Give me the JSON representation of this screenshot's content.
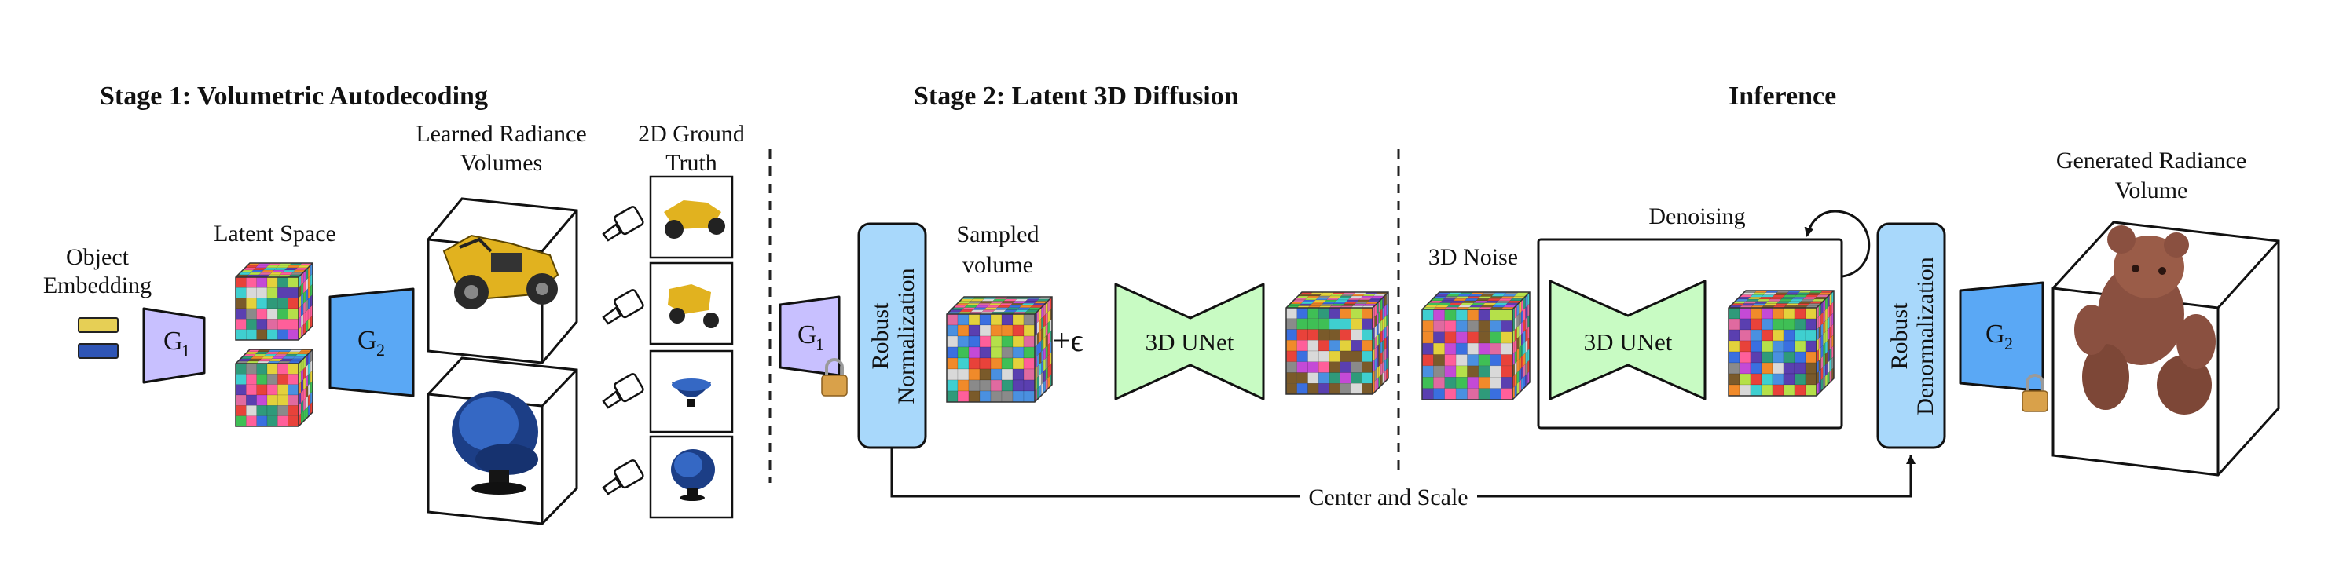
{
  "stages": {
    "stage1_title": "Stage 1: Volumetric Autodecoding",
    "stage2_title": "Stage 2: Latent 3D Diffusion",
    "inference_title": "Inference"
  },
  "stage1": {
    "object_embedding_line1": "Object",
    "object_embedding_line2": "Embedding",
    "g1_label": "G",
    "g1_sub": "1",
    "latent_space_label": "Latent Space",
    "g2_label": "G",
    "g2_sub": "2",
    "learned_volumes_line1": "Learned Radiance",
    "learned_volumes_line2": "Volumes",
    "ground_truth_line1": "2D Ground",
    "ground_truth_line2": "Truth"
  },
  "stage2": {
    "g1_label": "G",
    "g1_sub": "1",
    "robust_norm_line1": "Robust",
    "robust_norm_line2": "Normalization",
    "sampled_volume_line1": "Sampled",
    "sampled_volume_line2": "volume",
    "plus_eps": "+ϵ",
    "unet_label": "3D UNet"
  },
  "inference": {
    "noise_label": "3D Noise",
    "denoising_label": "Denoising",
    "unet_label": "3D UNet",
    "robust_denorm_line1": "Robust",
    "robust_denorm_line2": "Denormalization",
    "g2_label": "G",
    "g2_sub": "2",
    "generated_line1": "Generated Radiance",
    "generated_line2": "Volume"
  },
  "center_scale_label": "Center and Scale",
  "colors": {
    "g1_fill": "#c8c0ff",
    "g2_fill": "#5aa8f5",
    "norm_fill": "#a8d8fb",
    "unet_fill": "#c8fbc3",
    "embedding_yellow": "#e6cf55",
    "embedding_blue": "#2f55b5"
  }
}
